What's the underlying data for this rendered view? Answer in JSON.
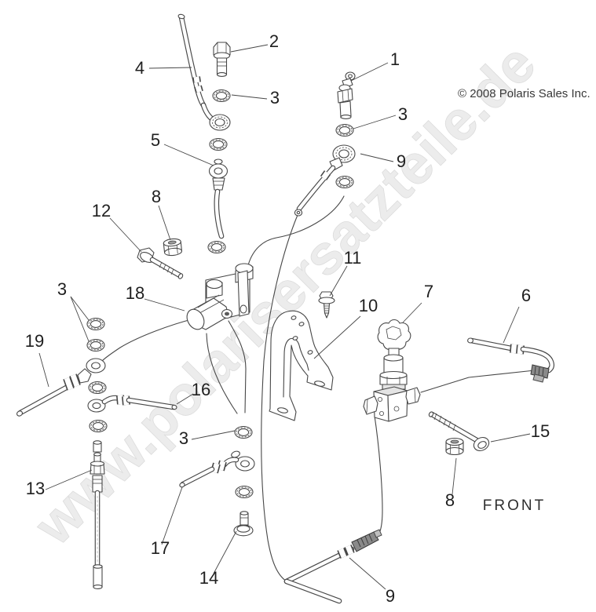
{
  "page": {
    "background": "#ffffff"
  },
  "watermark": {
    "text": "www.polarisersatzteile.de",
    "color": "#ececec"
  },
  "header": {
    "copyright": "© 2008 Polaris Sales Inc."
  },
  "diagram": {
    "orientation_label": "FRONT",
    "line_color": "#474747",
    "dark_fitting_color": "#8a8a8a",
    "callouts": [
      {
        "label": "1"
      },
      {
        "label": "2"
      },
      {
        "label": "3"
      },
      {
        "label": "3"
      },
      {
        "label": "4"
      },
      {
        "label": "5"
      },
      {
        "label": "9"
      },
      {
        "label": "8"
      },
      {
        "label": "12"
      },
      {
        "label": "11"
      },
      {
        "label": "3"
      },
      {
        "label": "18"
      },
      {
        "label": "10"
      },
      {
        "label": "7"
      },
      {
        "label": "6"
      },
      {
        "label": "19"
      },
      {
        "label": "16"
      },
      {
        "label": "3"
      },
      {
        "label": "15"
      },
      {
        "label": "13"
      },
      {
        "label": "8"
      },
      {
        "label": "17"
      },
      {
        "label": "14"
      },
      {
        "label": "9"
      }
    ]
  }
}
